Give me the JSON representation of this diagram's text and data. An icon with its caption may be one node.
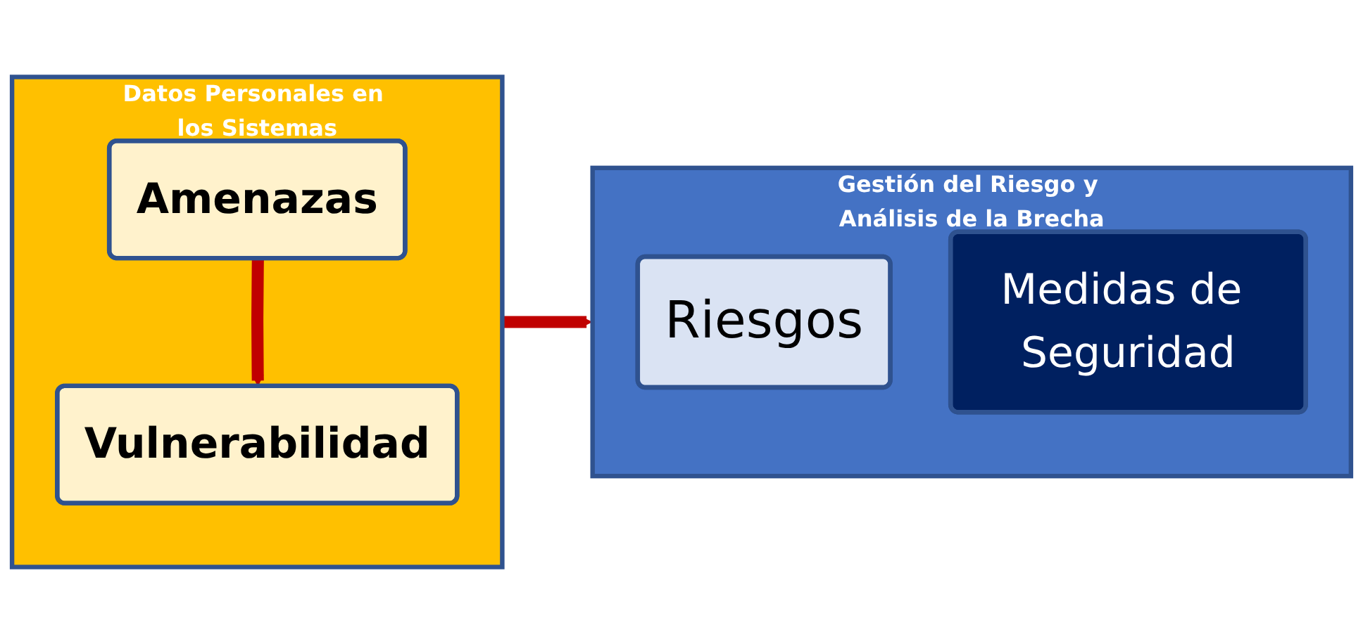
{
  "diagram": {
    "nodes": [
      {
        "text": [
          "Datos Personales en los Sistemas"
        ]
      },
      {
        "text": [
          "Amenazas"
        ],
        "in": 0
      },
      {
        "text": [
          "Vulnerabilidad"
        ],
        "in": 0
      },
      {
        "text": [
          "Gestión del Riesgo y Análisis de la Brecha"
        ]
      },
      {
        "text": [
          "Riesgos"
        ],
        "in": 3
      },
      {
        "text": [
          "Medidas de Seguridad"
        ],
        "in": 3
      }
    ],
    "edges": [
      {
        "from": 1,
        "to": 2,
        "arrow": "to"
      },
      {
        "from": 0,
        "to": 3,
        "arrow": "to"
      }
    ]
  }
}
